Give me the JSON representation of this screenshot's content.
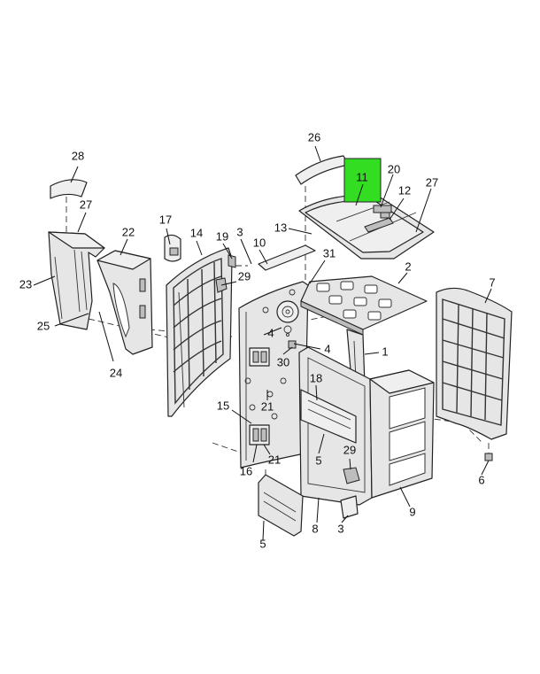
{
  "highlight_color": "#33dd22",
  "callouts": {
    "c28": "28",
    "c27a": "27",
    "c23": "23",
    "c25": "25",
    "c24": "24",
    "c22": "22",
    "c17": "17",
    "c14": "14",
    "c19": "19",
    "c3a": "3",
    "c10": "10",
    "c29a": "29",
    "c13": "13",
    "c31": "31",
    "c4a": "4",
    "c4b": "4",
    "c30": "30",
    "c21a": "21",
    "c15": "15",
    "c16": "16",
    "c21b": "21",
    "c5a": "5",
    "c8": "8",
    "c18": "18",
    "c5b": "5",
    "c29b": "29",
    "c3b": "3",
    "c9": "9",
    "c1": "1",
    "c2": "2",
    "c26": "26",
    "c11": "11",
    "c20": "20",
    "c12": "12",
    "c27b": "27",
    "c7": "7",
    "c6": "6"
  }
}
